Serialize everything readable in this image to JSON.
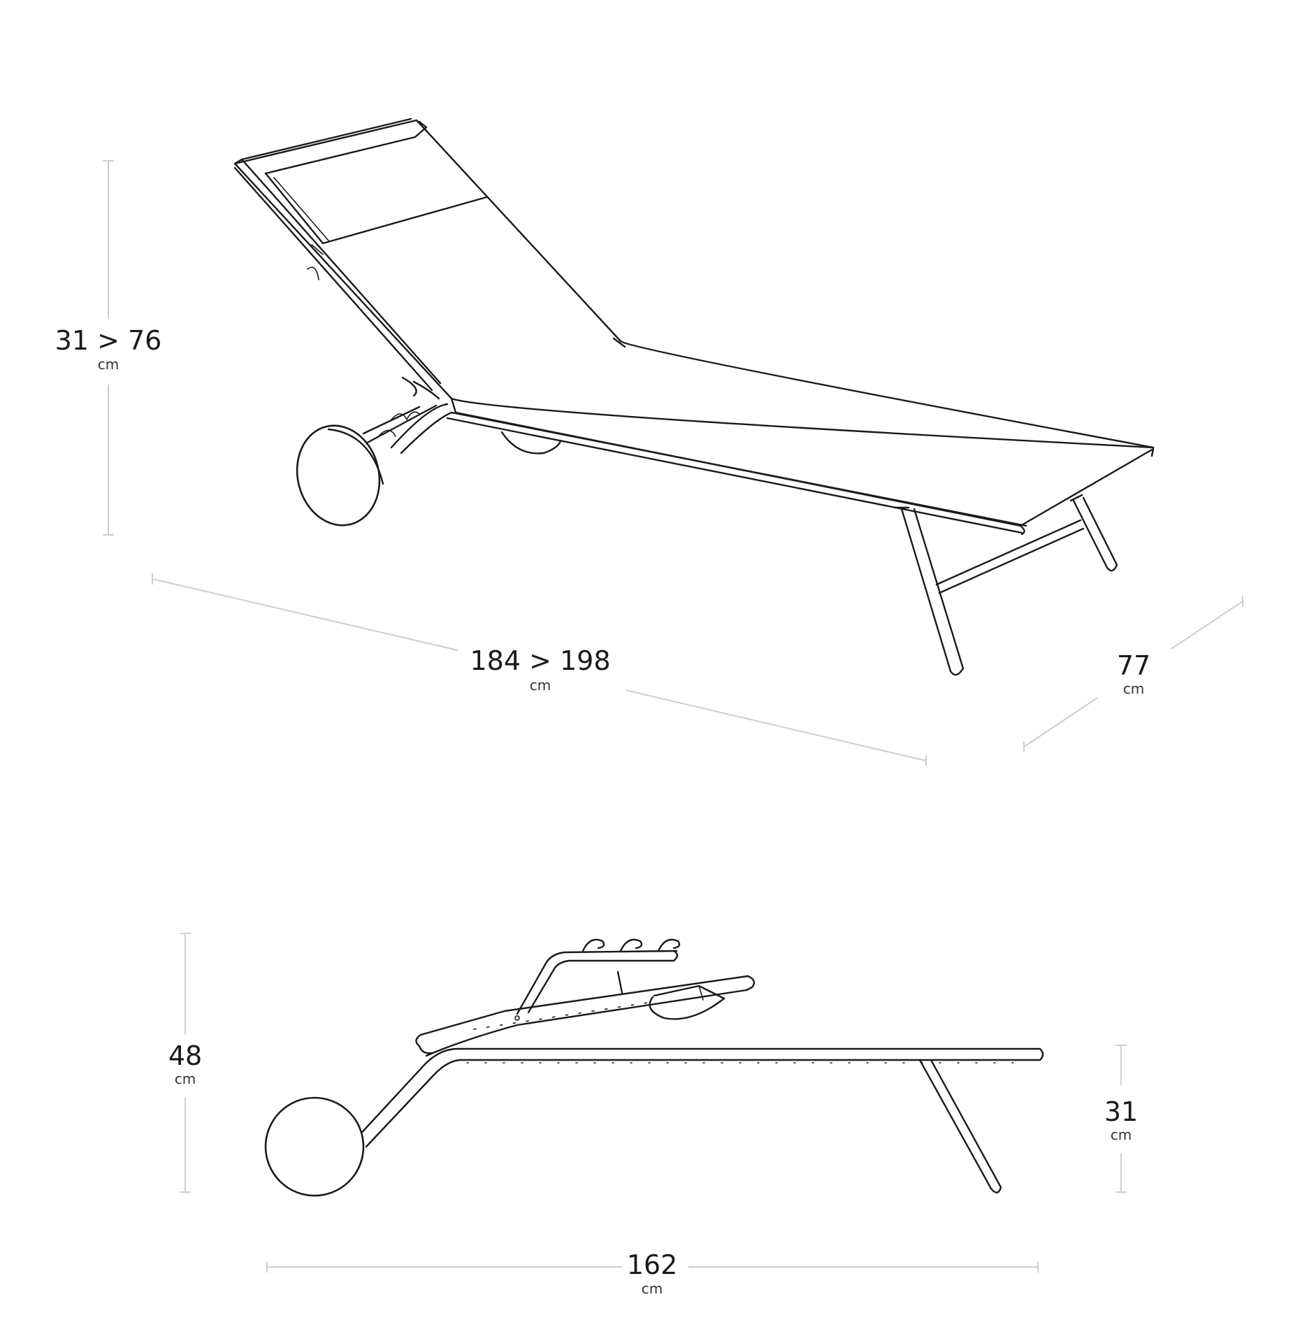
{
  "dimensions": {
    "top_height": {
      "value": "31 > 76",
      "unit": "cm"
    },
    "top_length": {
      "value": "184 > 198",
      "unit": "cm"
    },
    "top_width": {
      "value": "77",
      "unit": "cm"
    },
    "side_height": {
      "value": "48",
      "unit": "cm"
    },
    "side_seat": {
      "value": "31",
      "unit": "cm"
    },
    "side_length": {
      "value": "162",
      "unit": "cm"
    }
  },
  "colors": {
    "line": "#1a1a1a",
    "dimension": "#cfcfcf"
  }
}
